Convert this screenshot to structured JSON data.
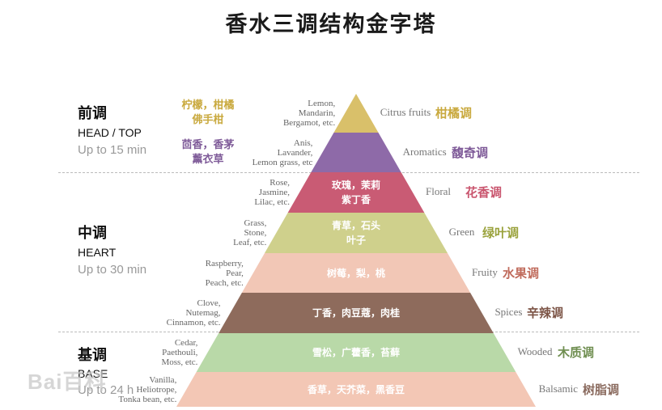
{
  "title": "香水三调结构金字塔",
  "sections": [
    {
      "cn": "前调",
      "en": "HEAD / TOP",
      "duration": "Up to 15 min"
    },
    {
      "cn": "中调",
      "en": "HEART",
      "duration": "Up to 30 min"
    },
    {
      "cn": "基调",
      "en": "BASE",
      "duration": "Up to 24 h"
    }
  ],
  "tiers": [
    {
      "ingredients_cn": [
        "柠檬，柑橘",
        "佛手柑"
      ],
      "ingredients_en": [
        "Lemon,",
        "Mandarin,",
        "Bergamot, etc."
      ],
      "label_cn": [],
      "family_en": "Citrus fruits",
      "family_cn": "柑橘调",
      "color": "#d9c06a",
      "family_color": "#c9a93e"
    },
    {
      "ingredients_cn": [
        "茴香，香茅",
        "薰衣草"
      ],
      "ingredients_en": [
        "Anis,",
        "Lavander,",
        "Lemon grass, etc"
      ],
      "label_cn": [],
      "family_en": "Aromatics",
      "family_cn": "馥奇调",
      "color": "#8e6aa8",
      "family_color": "#7e5a98"
    },
    {
      "ingredients_cn": [],
      "ingredients_en": [
        "Rose,",
        "Jasmine,",
        "Lilac, etc."
      ],
      "label_cn": [
        "玫瑰，茉莉",
        "紫丁香"
      ],
      "family_en": "Floral",
      "family_cn": "花香调",
      "color": "#c95b74",
      "family_color": "#c9556e"
    },
    {
      "ingredients_cn": [],
      "ingredients_en": [
        "Grass,",
        "Stone,",
        "Leaf, etc."
      ],
      "label_cn": [
        "青草，石头",
        "叶子"
      ],
      "family_en": "Green",
      "family_cn": "绿叶调",
      "color": "#cfd08c",
      "family_color": "#9aa23c"
    },
    {
      "ingredients_cn": [],
      "ingredients_en": [
        "Raspberry,",
        "Pear,",
        "Peach, etc."
      ],
      "label_cn": [
        "树莓，梨，桃"
      ],
      "family_en": "Fruity",
      "family_cn": "水果调",
      "color": "#f2c7b6",
      "family_color": "#c06b5c"
    },
    {
      "ingredients_cn": [],
      "ingredients_en": [
        "Clove,",
        "Nutemag,",
        "Cinnamon, etc."
      ],
      "label_cn": [
        "丁香，肉豆蔻，肉桂"
      ],
      "family_en": "Spices",
      "family_cn": "辛辣调",
      "color": "#8e6b5c",
      "family_color": "#7c5446"
    },
    {
      "ingredients_cn": [],
      "ingredients_en": [
        "Cedar,",
        "Paethouli,",
        "Moss, etc."
      ],
      "label_cn": [
        "雪松，广藿香，苔藓"
      ],
      "family_en": "Wooded",
      "family_cn": "木质调",
      "color": "#b9d9a8",
      "family_color": "#6f8e50"
    },
    {
      "ingredients_cn": [],
      "ingredients_en": [
        "Vanilla,",
        "Heliotrope,",
        "Tonka bean, etc."
      ],
      "label_cn": [
        "香草，天芥菜，黑香豆"
      ],
      "family_en": "Balsamic",
      "family_cn": "树脂调",
      "color": "#f3c7b5",
      "family_color": "#8a6a5e"
    }
  ],
  "watermark": "Bai百科"
}
